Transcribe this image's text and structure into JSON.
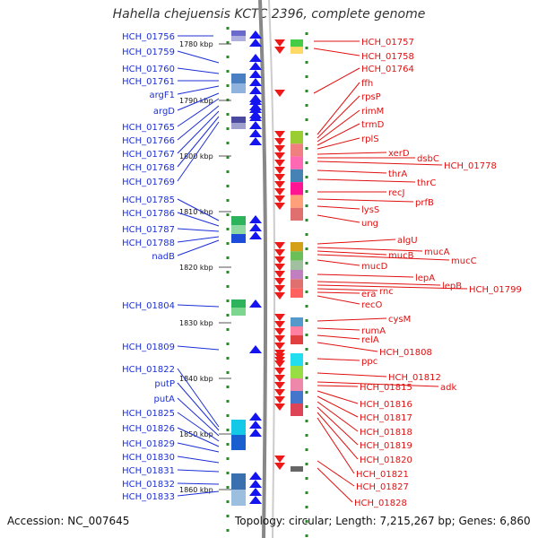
{
  "title": "Hahella chejuensis KCTC 2396, complete genome",
  "accession": "Accession: NC_007645",
  "topology": "Topology: circular; Length: 7,215,267 bp; Genes: 6,860",
  "colors": {
    "left_label": "#1c2fd6",
    "right_label": "#e01010",
    "axis": "#888888",
    "tick": "#2a8a2a"
  },
  "kbp_marks": [
    "1780 kbp",
    "1790 kbp",
    "1800 kbp",
    "1810 kbp",
    "1820 kbp",
    "1830 kbp",
    "1840 kbp",
    "1850 kbp",
    "1860 kbp"
  ],
  "left_genes": [
    "HCH_01756",
    "HCH_01759",
    "HCH_01760",
    "HCH_01761",
    "argF1",
    "argD",
    "HCH_01765",
    "HCH_01766",
    "HCH_01767",
    "HCH_01768",
    "HCH_01769",
    "HCH_01785",
    "HCH_01786",
    "HCH_01787",
    "HCH_01788",
    "nadB",
    "HCH_01804",
    "HCH_01809",
    "HCH_01822",
    "putP",
    "putA",
    "HCH_01825",
    "HCH_01826",
    "HCH_01829",
    "HCH_01830",
    "HCH_01831",
    "HCH_01832",
    "HCH_01833"
  ],
  "right_genes": [
    "HCH_01757",
    "HCH_01758",
    "HCH_01764",
    "ffh",
    "rpsP",
    "rimM",
    "trmD",
    "rplS",
    "xerD",
    "dsbC",
    "HCH_01778",
    "thrA",
    "thrC",
    "recJ",
    "prfB",
    "lysS",
    "ung",
    "algU",
    "mucA",
    "mucB",
    "mucC",
    "mucD",
    "lepA",
    "lepB",
    "HCH_01799",
    "rnc",
    "era",
    "recO",
    "cysM",
    "rumA",
    "relA",
    "HCH_01808",
    "ppc",
    "HCH_01812",
    "adk",
    "HCH_01815",
    "HCH_01816",
    "HCH_01817",
    "HCH_01818",
    "HCH_01819",
    "HCH_01820",
    "HCH_01821",
    "HCH_01827",
    "HCH_01828"
  ]
}
